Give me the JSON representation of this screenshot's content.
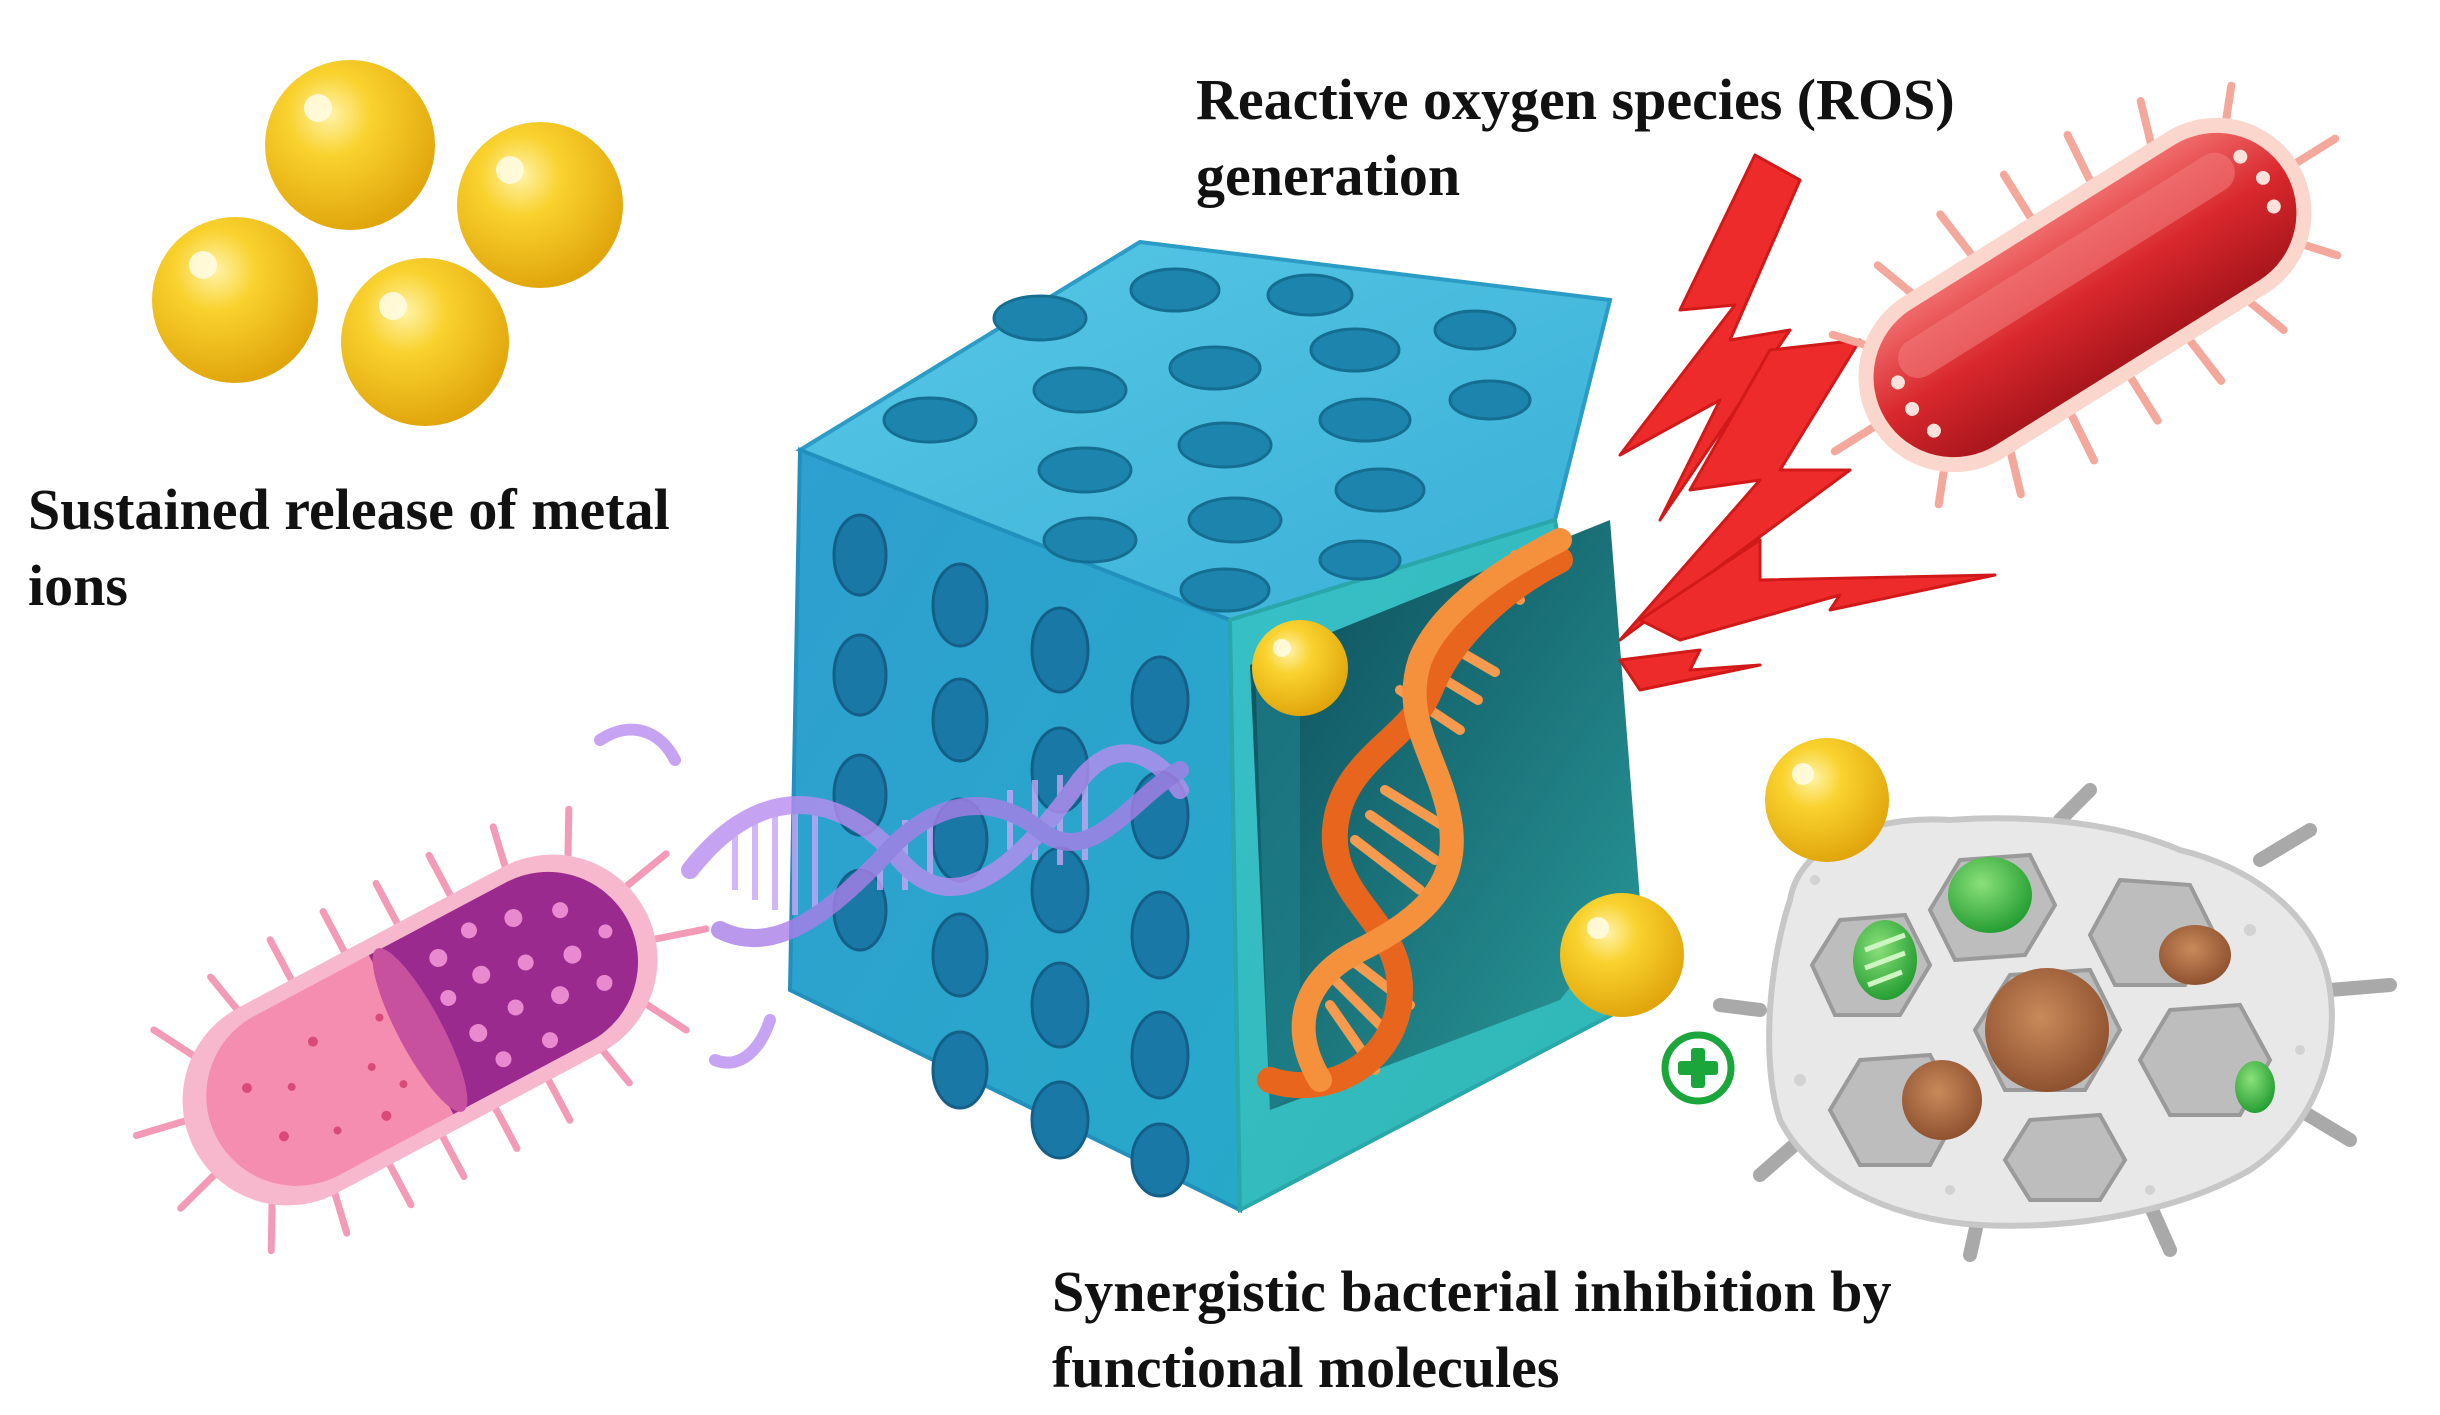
{
  "labels": {
    "sustained_release": {
      "line1": "Sustained release of metal",
      "line2": "ions"
    },
    "ros": {
      "line1": "Reactive oxygen species (ROS)",
      "line2": "generation"
    },
    "synergistic": {
      "line1": "Synergistic bacterial inhibition by",
      "line2": "functional molecules"
    }
  },
  "colors": {
    "cube_top": "#3fb8db",
    "cube_front": "#2aa3d0",
    "cube_side": "#3dc4c4",
    "metal_ion": "#f5c21b",
    "dna_orange": "#f07a2a",
    "dna_purple": "#b78cf0",
    "ros_bolt": "#ee2b2b",
    "bacterium_red": "#d9282d",
    "bacterium_pink": "#f27aa0",
    "bacterium_purple": "#9b2a8f",
    "plus_green": "#1aa63a"
  },
  "icons": [
    "metal-ion-sphere",
    "porous-cube",
    "dna-helix",
    "lightning-bolt",
    "rod-bacterium",
    "porous-scaffold",
    "plus-icon"
  ]
}
